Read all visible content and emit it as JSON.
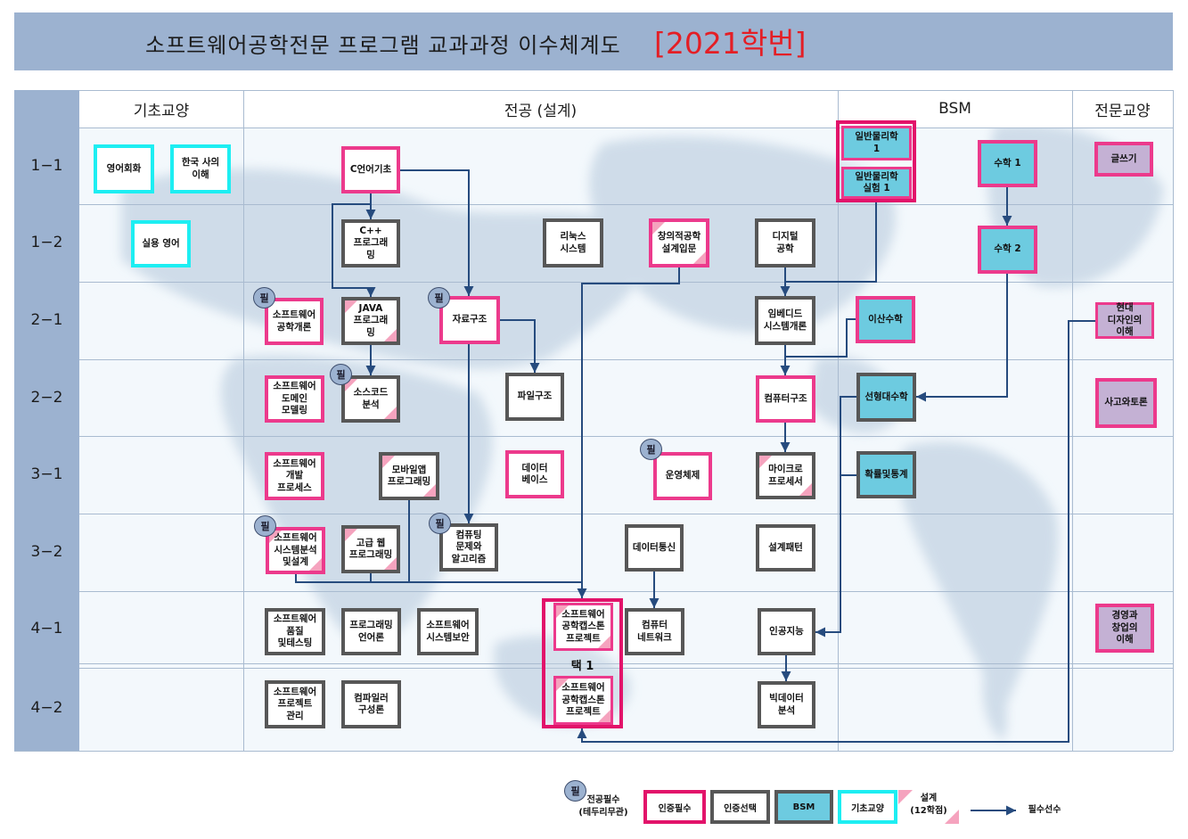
{
  "header": {
    "title": "소프트웨어공학전문 프로그램 교과과정 이수체계도",
    "cohort": "[2021학번]"
  },
  "table": {
    "columns": [
      "기초교양",
      "전공 (설계)",
      "BSM",
      "전문교양"
    ],
    "rows": [
      "1−1",
      "1−2",
      "2−1",
      "2−2",
      "3−1",
      "3−2",
      "4−1",
      "4−2"
    ]
  },
  "badge": {
    "major_required": "필"
  },
  "courses": {
    "basic_liberal": [
      {
        "label": "영어회화",
        "semester": "1−1"
      },
      {
        "label": "한국 사의\n이해",
        "semester": "1−1"
      },
      {
        "label": "실용 영어",
        "semester": "1−2"
      }
    ],
    "major": [
      {
        "label": "C언어기초",
        "semester": "1−1",
        "cert": "required",
        "design": false,
        "major_required": false
      },
      {
        "label": "C++\n프로그래\n밍",
        "semester": "1−2",
        "cert": "elective",
        "design": false,
        "major_required": false
      },
      {
        "label": "리눅스\n시스템",
        "semester": "1−2",
        "cert": "elective",
        "design": false,
        "major_required": false
      },
      {
        "label": "창의적공학\n설계입문",
        "semester": "1−2",
        "cert": "required",
        "design": true,
        "major_required": false
      },
      {
        "label": "디지털\n공학",
        "semester": "1−2",
        "cert": "elective",
        "design": false,
        "major_required": false
      },
      {
        "label": "소프트웨어\n공학개론",
        "semester": "2−1",
        "cert": "required",
        "design": false,
        "major_required": true
      },
      {
        "label": "JAVA\n프로그래\n밍",
        "semester": "2−1",
        "cert": "elective",
        "design": true,
        "major_required": false
      },
      {
        "label": "자료구조",
        "semester": "2−1",
        "cert": "required",
        "design": false,
        "major_required": true
      },
      {
        "label": "임베디드\n시스템개론",
        "semester": "2−1",
        "cert": "elective",
        "design": false,
        "major_required": false
      },
      {
        "label": "소프트웨어\n도메인\n모델링",
        "semester": "2−2",
        "cert": "required",
        "design": false,
        "major_required": false
      },
      {
        "label": "소스코드\n분석",
        "semester": "2−2",
        "cert": "elective",
        "design": true,
        "major_required": true
      },
      {
        "label": "파일구조",
        "semester": "2−2",
        "cert": "elective",
        "design": false,
        "major_required": false
      },
      {
        "label": "컴퓨터구조",
        "semester": "2−2",
        "cert": "required",
        "design": false,
        "major_required": false
      },
      {
        "label": "소프트웨어\n개발\n프로세스",
        "semester": "3−1",
        "cert": "required",
        "design": false,
        "major_required": false
      },
      {
        "label": "모바일앱\n프로그래밍",
        "semester": "3−1",
        "cert": "elective",
        "design": true,
        "major_required": false
      },
      {
        "label": "데이터\n베이스",
        "semester": "3−1",
        "cert": "required",
        "design": false,
        "major_required": false
      },
      {
        "label": "운영체제",
        "semester": "3−1",
        "cert": "required",
        "design": false,
        "major_required": true
      },
      {
        "label": "마이크로\n프로세서",
        "semester": "3−1",
        "cert": "elective",
        "design": true,
        "major_required": false
      },
      {
        "label": "소프트웨어\n시스템분석\n및설계",
        "semester": "3−2",
        "cert": "required",
        "design": true,
        "major_required": true
      },
      {
        "label": "고급 웹\n프로그래밍",
        "semester": "3−2",
        "cert": "elective",
        "design": true,
        "major_required": false
      },
      {
        "label": "컴퓨팅\n문제와\n알고리즘",
        "semester": "3−2",
        "cert": "elective",
        "design": false,
        "major_required": true
      },
      {
        "label": "데이터통신",
        "semester": "3−2",
        "cert": "elective",
        "design": false,
        "major_required": false
      },
      {
        "label": "설계패턴",
        "semester": "3−2",
        "cert": "elective",
        "design": false,
        "major_required": false
      },
      {
        "label": "소프트웨어\n품질\n및테스팅",
        "semester": "4−1",
        "cert": "elective",
        "design": false,
        "major_required": false
      },
      {
        "label": "프로그래밍\n언어론",
        "semester": "4−1",
        "cert": "elective",
        "design": false,
        "major_required": false
      },
      {
        "label": "소프트웨어\n시스템보안",
        "semester": "4−1",
        "cert": "elective",
        "design": false,
        "major_required": false
      },
      {
        "label": "소프트웨어\n공학캡스톤\n프로젝트",
        "semester": "4−1",
        "cert": "required",
        "design": true,
        "major_required": false
      },
      {
        "label": "컴퓨터\n네트워크",
        "semester": "4−1",
        "cert": "elective",
        "design": false,
        "major_required": false
      },
      {
        "label": "인공지능",
        "semester": "4−1",
        "cert": "elective",
        "design": false,
        "major_required": false
      },
      {
        "label": "소프트웨어\n프로젝트\n관리",
        "semester": "4−2",
        "cert": "elective",
        "design": false,
        "major_required": false
      },
      {
        "label": "컴파일러\n구성론",
        "semester": "4−2",
        "cert": "elective",
        "design": false,
        "major_required": false
      },
      {
        "label": "소프트웨어\n공학캡스톤\n프로젝트",
        "semester": "4−2",
        "cert": "required",
        "design": true,
        "major_required": false
      },
      {
        "label": "빅데이터\n분석",
        "semester": "4−2",
        "cert": "elective",
        "design": false,
        "major_required": false
      }
    ],
    "bsm": [
      {
        "label": "일반물리학\n1",
        "semester": "1−1",
        "cert": "required"
      },
      {
        "label": "일반물리학\n실험 1",
        "semester": "1−1",
        "cert": "required"
      },
      {
        "label": "수학 1",
        "semester": "1−1",
        "cert": "required"
      },
      {
        "label": "수학 2",
        "semester": "1−2",
        "cert": "required"
      },
      {
        "label": "이산수학",
        "semester": "2−1",
        "cert": "required"
      },
      {
        "label": "선형대수학",
        "semester": "2−2",
        "cert": "elective"
      },
      {
        "label": "확률및통계",
        "semester": "3−1",
        "cert": "elective"
      }
    ],
    "specialized_liberal": [
      {
        "label": "글쓰기",
        "semester": "1−1"
      },
      {
        "label": "현대\n디자인의\n이해",
        "semester": "2−1"
      },
      {
        "label": "사고와토론",
        "semester": "2−2"
      },
      {
        "label": "경영과\n창업의\n이해",
        "semester": "4−1"
      }
    ]
  },
  "capstone_group": {
    "choose_label": "택 1"
  },
  "legend": {
    "major_required_badge": "필",
    "major_required_text": "전공필수\n(테두리무관)",
    "cert_required": "인증필수",
    "cert_elective": "인증선택",
    "bsm": "BSM",
    "basic_liberal": "기초교양",
    "design": "설계\n(12학점)",
    "prerequisite": "필수선수"
  },
  "colors": {
    "banner": "#9CB2D0",
    "cert_required_border": "#EC3A8C",
    "group_border": "#E2136A",
    "cert_elective_border": "#575757",
    "basic_liberal_border": "#1DEEF2",
    "bsm_fill": "#6DCBE0",
    "specialized_fill": "#C4B1D4",
    "design_triangle": "#F5A3BE",
    "arrow": "#264B7E",
    "cohort_text": "#E41E25"
  }
}
